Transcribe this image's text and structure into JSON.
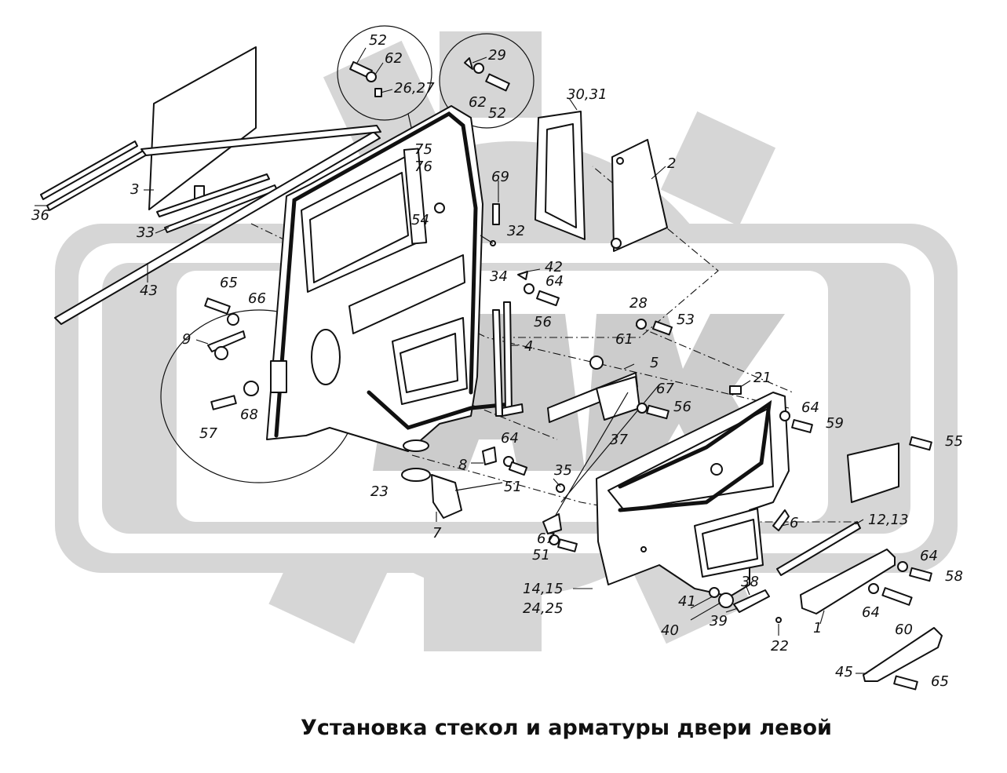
{
  "caption": "Установка стекол и арматуры двери левой",
  "watermark": "KAMAZ gear logo",
  "labels": [
    "52",
    "62",
    "26,27",
    "29",
    "62",
    "52",
    "30,31",
    "2",
    "75",
    "76",
    "69",
    "3",
    "36",
    "33",
    "54",
    "32",
    "43",
    "42",
    "64",
    "34",
    "56",
    "65",
    "66",
    "9",
    "4",
    "28",
    "53",
    "61",
    "5",
    "21",
    "67",
    "56",
    "64",
    "59",
    "57",
    "68",
    "37",
    "55",
    "64",
    "8",
    "51",
    "35",
    "23",
    "12,13",
    "7",
    "6",
    "67",
    "51",
    "64",
    "58",
    "14,15",
    "24,25",
    "38",
    "41",
    "40",
    "39",
    "22",
    "1",
    "64",
    "60",
    "45",
    "65"
  ]
}
